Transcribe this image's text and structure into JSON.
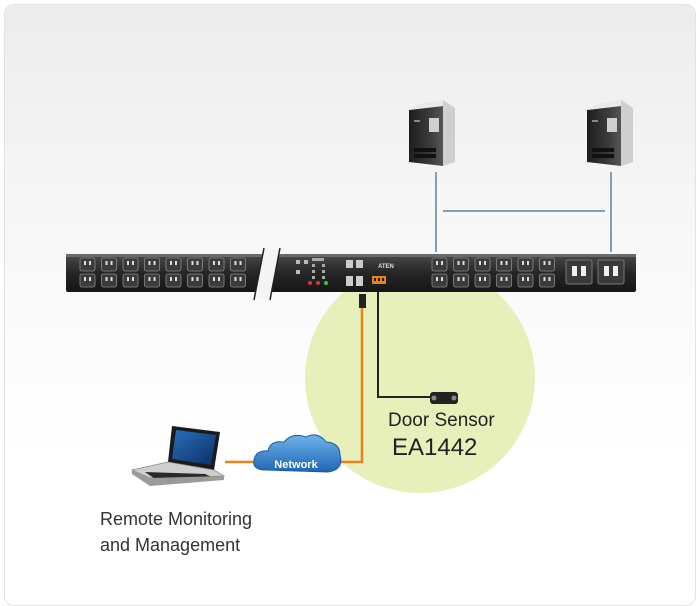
{
  "diagram": {
    "network_label": "Network",
    "door_sensor_label": "Door Sensor",
    "model_label": "EA1442",
    "remote_label_line1": "Remote Monitoring",
    "remote_label_line2": "and Management",
    "pdu_brand": "ATEN",
    "colors": {
      "network_line": "#e8821e",
      "server_line": "#7fa1b8",
      "highlight_circle": "#e7f0bb",
      "pdu_body": "#262626",
      "cloud": "#2d7bc4"
    },
    "icons": [
      "server-tower-icon",
      "server-tower-icon",
      "laptop-icon",
      "cloud-icon",
      "door-sensor-icon",
      "pdu-rack-icon"
    ]
  }
}
